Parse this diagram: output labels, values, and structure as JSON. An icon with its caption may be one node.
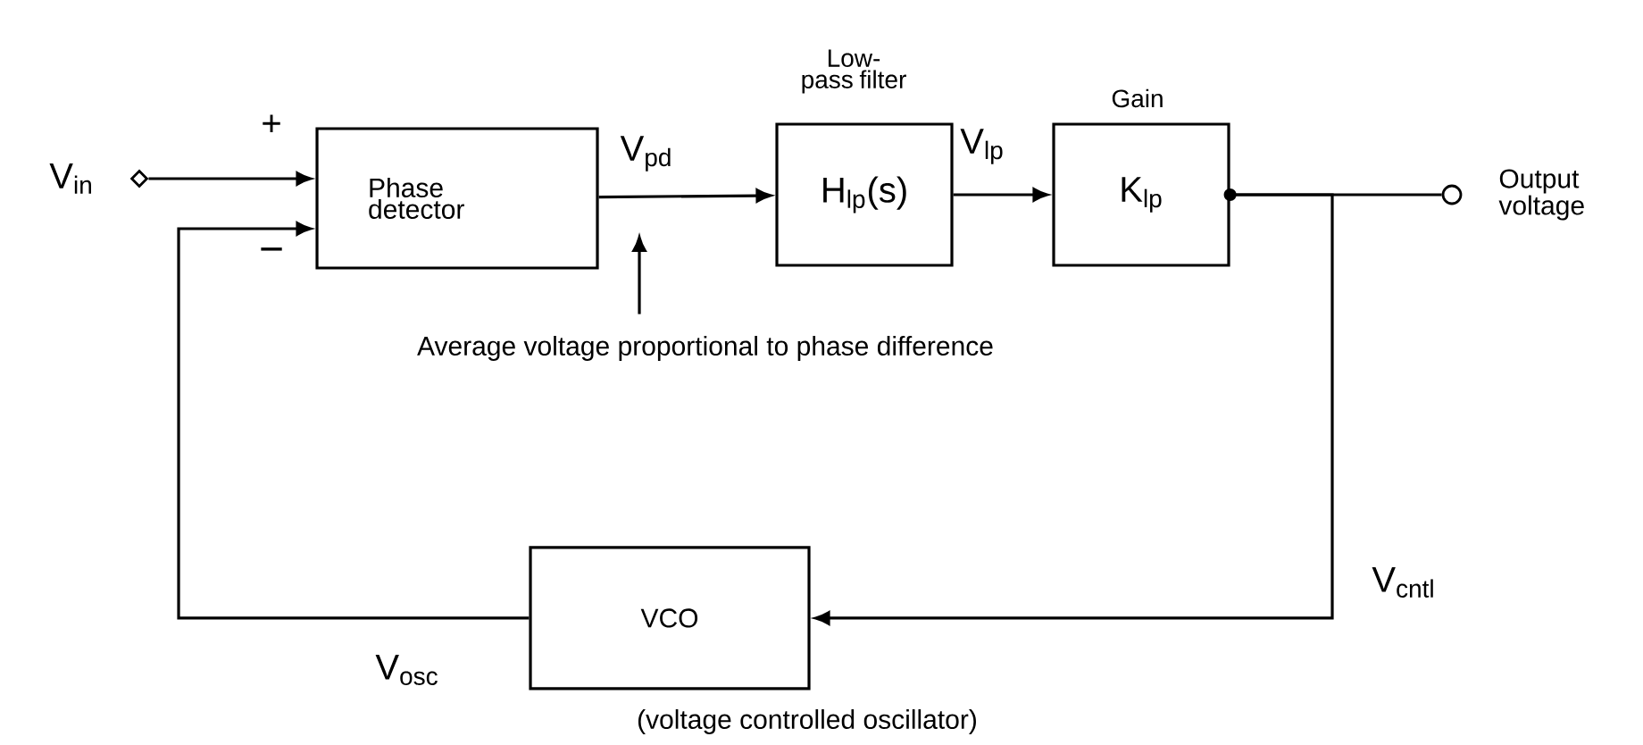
{
  "diagram": {
    "nodes": [
      {
        "text": [],
        "shape": "diamond",
        "beside": [
          "V$_{in}$"
        ]
      },
      {
        "text": [
          "Phase detector"
        ]
      },
      {
        "text": [
          "H$_{lp}$(s)"
        ],
        "beside": [
          "Low-pass filter"
        ]
      },
      {
        "text": [
          "K$_{lp}$"
        ],
        "beside": [
          "Gain"
        ]
      },
      {
        "text": [],
        "shape": "circle",
        "beside": [
          "Output voltage"
        ]
      },
      {
        "text": [
          "VCO"
        ],
        "beside": [
          "(voltage controlled oscillator)"
        ]
      },
      {
        "text": [
          "Average voltage proportional to phase difference"
        ]
      }
    ],
    "edges": [
      {
        "from": 0,
        "to": 1,
        "arrow": "to"
      },
      {
        "from": 1,
        "to": 2,
        "arrow": "to",
        "label": "V$_{pd}$"
      },
      {
        "from": 2,
        "to": 3,
        "arrow": "to",
        "label": "V$_{lp}$"
      },
      {
        "from": 3,
        "to": 4,
        "arrow": "other"
      },
      {
        "from": 3,
        "to": 5,
        "arrow": "to",
        "label": "V$_{cntl}$"
      },
      {
        "from": 5,
        "to": 1,
        "arrow": "to",
        "label": "V$_{osc}$"
      },
      {
        "from": 6,
        "to": null,
        "arrow": "to"
      }
    ],
    "labels": [
      "+",
      "−"
    ]
  }
}
